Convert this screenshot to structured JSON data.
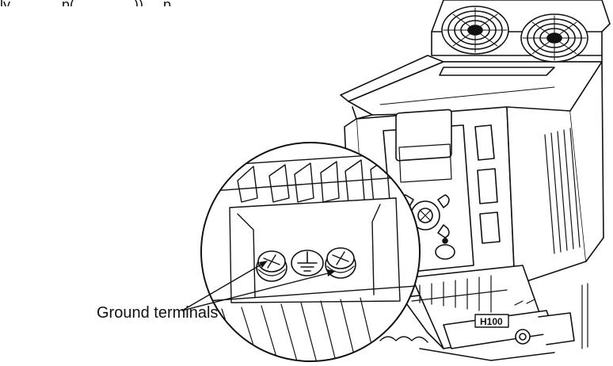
{
  "caption_top_fragment": "ly ... ... ... p(... ... ... ...)) ... p",
  "callout": {
    "label": "Ground terminals"
  },
  "device": {
    "model_tag": "H100"
  },
  "icons": [
    "fan-grille-icon",
    "ground-symbol-icon",
    "screw-icon",
    "navigation-keypad-icon"
  ]
}
